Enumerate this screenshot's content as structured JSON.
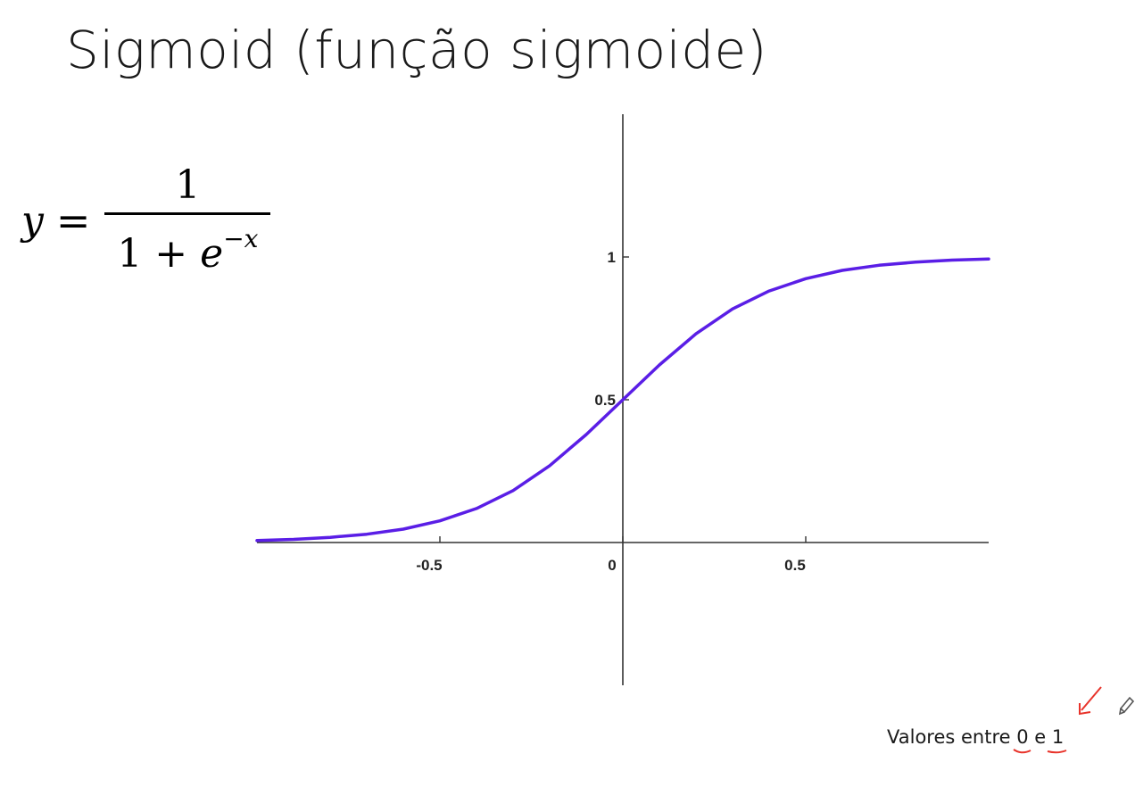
{
  "slide": {
    "title": "Sigmoid (função sigmoide)",
    "formula": {
      "lhs": "y",
      "equals": "=",
      "numerator": "1",
      "denominator_base": "1 + ",
      "denominator_e": "e",
      "exponent": "−x"
    },
    "caption": {
      "prefix": "Valores entre ",
      "low": "0",
      "conj": " e ",
      "high": "1"
    },
    "colors": {
      "curve": "#5a1ee6",
      "axis": "#333333",
      "annotation": "#e8332a",
      "text": "#1a1a1a"
    },
    "icons": [
      "arrow-annotation-icon",
      "pencil-icon"
    ]
  },
  "chart_data": {
    "type": "line",
    "title": "",
    "xlabel": "",
    "ylabel": "",
    "xlim": [
      -1.0,
      1.0
    ],
    "ylim": [
      -0.5,
      1.5
    ],
    "x_ticks": [
      -0.5,
      0,
      0.5
    ],
    "x_tick_labels": [
      "-0.5",
      "0",
      "0.5"
    ],
    "y_ticks": [
      0.5,
      1
    ],
    "y_tick_labels": [
      "0.5",
      "1"
    ],
    "grid": false,
    "series": [
      {
        "color": "#5a1ee6",
        "x": [
          -1.0,
          -0.9,
          -0.8,
          -0.7,
          -0.6,
          -0.5,
          -0.4,
          -0.3,
          -0.2,
          -0.1,
          0.0,
          0.1,
          0.2,
          0.3,
          0.4,
          0.5,
          0.6,
          0.7,
          0.8,
          0.9,
          1.0
        ],
        "y": [
          0.007,
          0.011,
          0.018,
          0.029,
          0.047,
          0.076,
          0.119,
          0.182,
          0.269,
          0.378,
          0.5,
          0.622,
          0.731,
          0.818,
          0.881,
          0.924,
          0.953,
          0.971,
          0.982,
          0.989,
          0.993
        ]
      }
    ]
  }
}
